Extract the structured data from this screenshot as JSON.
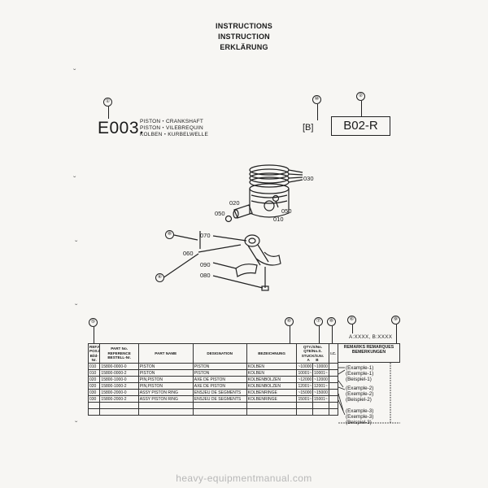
{
  "header": {
    "lines": [
      "INSTRUCTIONS",
      "INSTRUCTION",
      "ERKLÄRUNG"
    ]
  },
  "callouts": {
    "c1": "①",
    "c2": "②",
    "c4": "④",
    "c5": "⑤",
    "c6": "⑥",
    "c7": "⑦",
    "c8": "⑧",
    "c9": "⑨",
    "c10": "⑩"
  },
  "group": {
    "code": "E003.",
    "title_en": "PISTON・CRANKSHAFT",
    "title_fr": "PISTON・VILEBREQUIN",
    "title_de": "KOLBEN・KURBELWELLE",
    "variant_code": "[B]",
    "model_code": "B02-R"
  },
  "drawing": {
    "labels": [
      "030",
      "020",
      "050",
      "050",
      "010",
      "070",
      "060",
      "090",
      "080"
    ]
  },
  "table": {
    "range_label": "A:XXXX, B:XXXX",
    "headers": {
      "ref": "REF.No. POS.No. Bild-Nr.",
      "part_no": "PART No. REFERENCE BESTELL-Nr.",
      "part_name": "PART NAME",
      "designation": "DESIGNATION",
      "bezeichnung": "BEZEICHNUNG",
      "qty": "QTY./S/No. QTE/No.S. STUCK/S.Nr.",
      "qty_a": "A",
      "qty_b": "B",
      "ic": "I.C.",
      "remarks": "REMARKS REMARQUES BEMERKUNGEN"
    },
    "rows": [
      {
        "ref": "010",
        "part_no": "15800-0000-0",
        "name": "PISTON",
        "designation": "PISTON",
        "bez": "KOLBEN",
        "a": "~10000",
        "b": "~10000"
      },
      {
        "ref": "010",
        "part_no": "15800-0000-2",
        "name": "PISTON",
        "designation": "PISTON",
        "bez": "KOLBEN",
        "a": "10001~",
        "b": "10001~"
      },
      {
        "ref": "020",
        "part_no": "15800-1000-0",
        "name": "PIN,PISTON",
        "designation": "AXE DE PISTON",
        "bez": "KOLBENBOLZEN",
        "a": "~12000",
        "b": "~12000"
      },
      {
        "ref": "020",
        "part_no": "15800-1000-2",
        "name": "PIN,PISTON",
        "designation": "AXE DE PISTON",
        "bez": "KOLBENBOLZEN",
        "a": "12001~",
        "b": "12001~"
      },
      {
        "ref": "030",
        "part_no": "15800-2000-0",
        "name": "ASSY PISTON RING",
        "designation": "ENSJEU DE SEGMENTS",
        "bez": "KOLBENRINGE",
        "a": "~15000",
        "b": "~15000"
      },
      {
        "ref": "030",
        "part_no": "15800-2000-2",
        "name": "ASSY PISTON RING",
        "designation": "ENSJEU DE SEGMENTS",
        "bez": "KOLBENRINGE",
        "a": "15001~",
        "b": "15001~"
      }
    ],
    "examples": [
      "(Example-1)",
      "(Exemple-1)",
      "(Beispiel-1)",
      "(Example-2)",
      "(Exemple-2)",
      "(Beispiel-2)",
      "(Example-3)",
      "(Exemple-3)",
      "(Beispiel-3)"
    ]
  },
  "watermark": "heavy-equipmentmanual.com"
}
